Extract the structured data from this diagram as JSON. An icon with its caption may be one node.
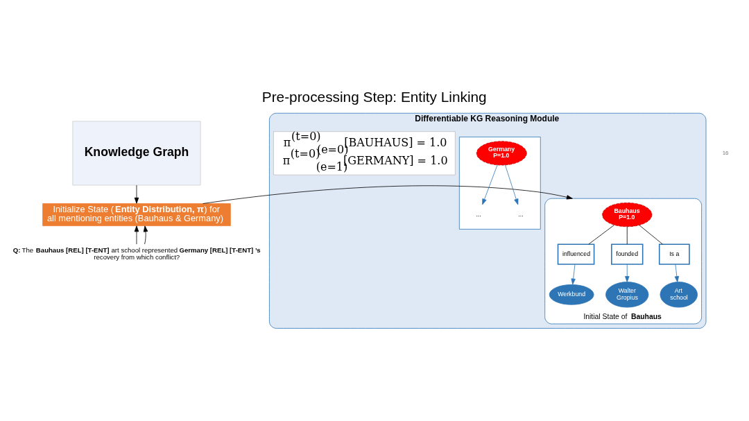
{
  "diagram": {
    "title": "Pre-processing Step: Entity Linking",
    "nodes": [
      {
        "text": [
          "Knowledge Graph"
        ]
      },
      {
        "text": [
          "Initialize State (**Entity Distribution, π**) for all mentioning entities (Bauhaus & Germany)"
        ]
      },
      {
        "text": [
          "**Q:** The **Bauhaus [REL] [T-ENT]** art school represented **Germany [REL] [T-ENT] ’s** recovery from which conflict?"
        ]
      },
      {
        "text": [
          "Differentiable KG Reasoning Module"
        ]
      },
      {
        "text": [
          "π$^{(t=0)}$$_{(e=0)}$[BAUHAUS] = 1.0",
          "π$^{(t=0)}$$_{(e=1)}$[GERMANY] = 1.0"
        ],
        "in": 3
      },
      {
        "text": [
          "Initial State of **Bauhaus**"
        ],
        "in": 3
      },
      {
        "text": [
          "Werkbund"
        ],
        "in": 5
      },
      {
        "text": [
          "Walter Gropius"
        ],
        "in": 5
      },
      {
        "text": [
          "Art school"
        ],
        "in": 5
      },
      {
        "text": [
          "influenced"
        ],
        "in": 5
      },
      {
        "text": [
          "founded"
        ],
        "in": 5
      },
      {
        "text": [
          "Is a"
        ],
        "in": 5
      },
      {
        "text": [
          "Bauhaus P=1.0"
        ],
        "in": 5
      },
      {
        "text": [],
        "shape": "box",
        "in": 3
      },
      {
        "text": [
          "Germany P=1.0"
        ],
        "in": 13
      },
      {
        "text": [
          "..."
        ],
        "in": 13
      },
      {
        "text": [
          "..."
        ],
        "in": 13
      }
    ],
    "edges": [
      {
        "from": 0,
        "to": 1,
        "arrow": "to"
      },
      {
        "from": 2,
        "to": 1,
        "arrow": "to"
      },
      {
        "from": 2,
        "to": 1,
        "arrow": "to"
      },
      {
        "from": 1,
        "to": 5,
        "arrow": "to"
      },
      {
        "from": 12,
        "to": 9,
        "arrow": "none"
      },
      {
        "from": 9,
        "to": 6,
        "arrow": "to",
        "color": "#2e75b6"
      },
      {
        "from": 12,
        "to": 10,
        "arrow": "none"
      },
      {
        "from": 10,
        "to": 7,
        "arrow": "to",
        "color": "#2e75b6"
      },
      {
        "from": 12,
        "to": 11,
        "arrow": "none"
      },
      {
        "from": 11,
        "to": 8,
        "arrow": "to",
        "color": "#2e75b6"
      },
      {
        "from": 14,
        "to": 15,
        "arrow": "to",
        "color": "#2e75b6"
      },
      {
        "from": 14,
        "to": 16,
        "arrow": "to",
        "color": "#2e75b6"
      }
    ],
    "labels": [
      "16"
    ]
  }
}
